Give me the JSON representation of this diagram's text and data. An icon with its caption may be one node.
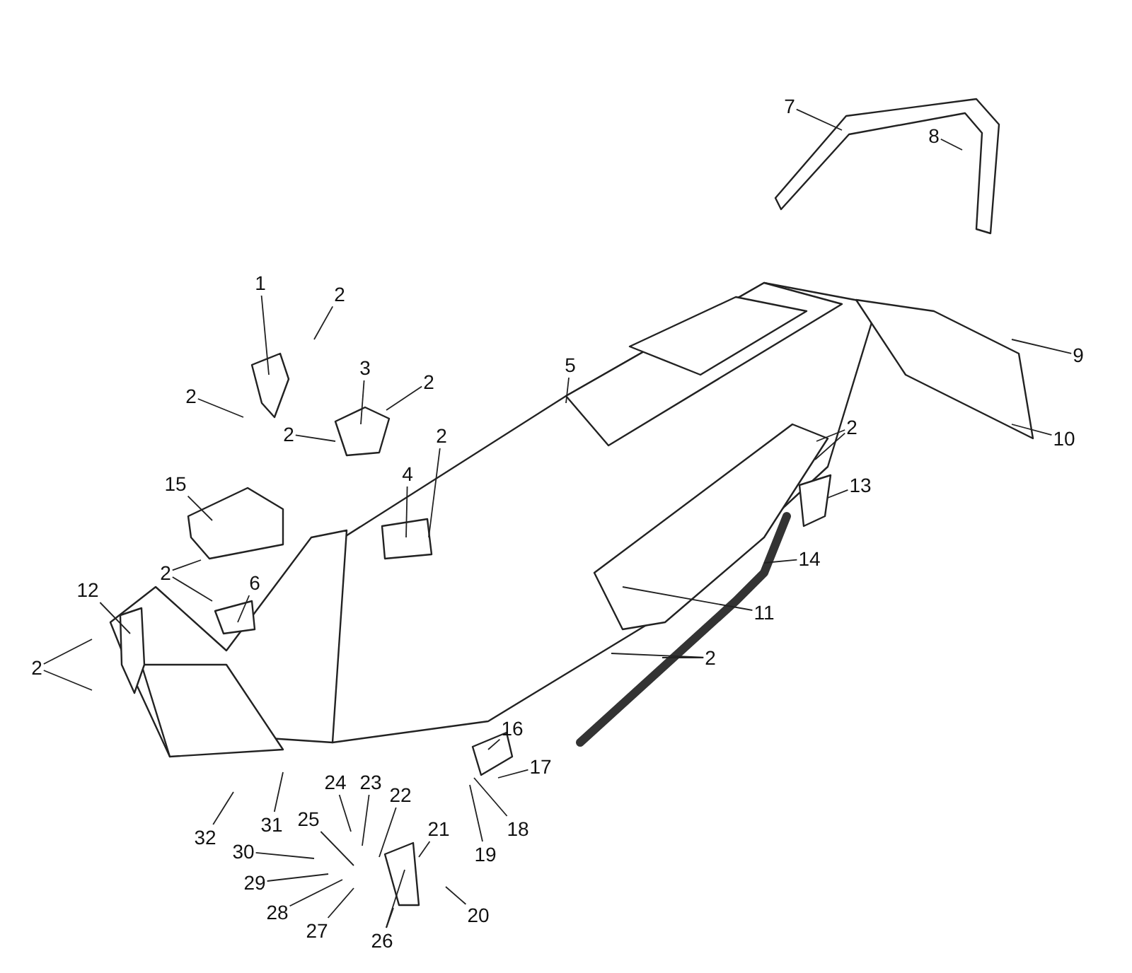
{
  "diagram": {
    "nodes": [
      {
        "text": [
          "1"
        ]
      },
      {
        "text": [
          "2"
        ]
      },
      {
        "text": [
          "2"
        ]
      },
      {
        "text": [
          "3"
        ]
      },
      {
        "text": [
          "2"
        ]
      },
      {
        "text": [
          "2"
        ]
      },
      {
        "text": [
          "2"
        ]
      },
      {
        "text": [
          "4"
        ]
      },
      {
        "text": [
          "5"
        ]
      },
      {
        "text": [
          "7"
        ]
      },
      {
        "text": [
          "8"
        ]
      },
      {
        "text": [
          "9"
        ]
      },
      {
        "text": [
          "10"
        ]
      },
      {
        "text": [
          "2"
        ]
      },
      {
        "text": [
          "13"
        ]
      },
      {
        "text": [
          "15"
        ]
      },
      {
        "text": [
          "2"
        ]
      },
      {
        "text": [
          "6"
        ]
      },
      {
        "text": [
          "12"
        ]
      },
      {
        "text": [
          "2"
        ]
      },
      {
        "text": [
          "14"
        ]
      },
      {
        "text": [
          "11"
        ]
      },
      {
        "text": [
          "2"
        ]
      },
      {
        "text": [
          "16"
        ]
      },
      {
        "text": [
          "17"
        ]
      },
      {
        "text": [
          "18"
        ]
      },
      {
        "text": [
          "19"
        ]
      },
      {
        "text": [
          "32"
        ]
      },
      {
        "text": [
          "31"
        ]
      },
      {
        "text": [
          "24"
        ]
      },
      {
        "text": [
          "23"
        ]
      },
      {
        "text": [
          "22"
        ]
      },
      {
        "text": [
          "25"
        ]
      },
      {
        "text": [
          "21"
        ]
      },
      {
        "text": [
          "30"
        ]
      },
      {
        "text": [
          "29"
        ]
      },
      {
        "text": [
          "28"
        ]
      },
      {
        "text": [
          "27"
        ]
      },
      {
        "text": [
          "26"
        ]
      },
      {
        "text": [
          "20"
        ]
      }
    ],
    "edges": [
      {
        "from": 0,
        "to": null,
        "arrow": "none"
      },
      {
        "from": 1,
        "to": null,
        "arrow": "none"
      },
      {
        "from": 2,
        "to": null,
        "arrow": "none"
      },
      {
        "from": 3,
        "to": null,
        "arrow": "none"
      },
      {
        "from": 4,
        "to": null,
        "arrow": "none"
      },
      {
        "from": 5,
        "to": null,
        "arrow": "none"
      },
      {
        "from": 6,
        "to": null,
        "arrow": "none"
      },
      {
        "from": 7,
        "to": null,
        "arrow": "none"
      },
      {
        "from": 8,
        "to": null,
        "arrow": "none"
      },
      {
        "from": 9,
        "to": null,
        "arrow": "none"
      },
      {
        "from": 10,
        "to": null,
        "arrow": "none"
      },
      {
        "from": 11,
        "to": null,
        "arrow": "none"
      },
      {
        "from": 12,
        "to": null,
        "arrow": "none"
      },
      {
        "from": 13,
        "to": null,
        "arrow": "none"
      },
      {
        "from": 13,
        "to": null,
        "arrow": "none"
      },
      {
        "from": 14,
        "to": null,
        "arrow": "none"
      },
      {
        "from": 15,
        "to": null,
        "arrow": "none"
      },
      {
        "from": 16,
        "to": null,
        "arrow": "none"
      },
      {
        "from": 16,
        "to": null,
        "arrow": "none"
      },
      {
        "from": 17,
        "to": null,
        "arrow": "none"
      },
      {
        "from": 18,
        "to": null,
        "arrow": "none"
      },
      {
        "from": 19,
        "to": null,
        "arrow": "none"
      },
      {
        "from": 19,
        "to": null,
        "arrow": "none"
      },
      {
        "from": 20,
        "to": null,
        "arrow": "none"
      },
      {
        "from": 21,
        "to": null,
        "arrow": "none"
      },
      {
        "from": 22,
        "to": null,
        "arrow": "none"
      },
      {
        "from": 22,
        "to": null,
        "arrow": "none"
      },
      {
        "from": 23,
        "to": null,
        "arrow": "none"
      },
      {
        "from": 24,
        "to": null,
        "arrow": "none"
      },
      {
        "from": 25,
        "to": null,
        "arrow": "none"
      },
      {
        "from": 26,
        "to": null,
        "arrow": "none"
      },
      {
        "from": 27,
        "to": null,
        "arrow": "none"
      },
      {
        "from": 28,
        "to": null,
        "arrow": "none"
      },
      {
        "from": 29,
        "to": null,
        "arrow": "none"
      },
      {
        "from": 30,
        "to": null,
        "arrow": "none"
      },
      {
        "from": 31,
        "to": null,
        "arrow": "none"
      },
      {
        "from": 32,
        "to": null,
        "arrow": "none"
      },
      {
        "from": 33,
        "to": null,
        "arrow": "none"
      },
      {
        "from": 34,
        "to": null,
        "arrow": "none"
      },
      {
        "from": 35,
        "to": null,
        "arrow": "none"
      },
      {
        "from": 36,
        "to": null,
        "arrow": "none"
      },
      {
        "from": 37,
        "to": null,
        "arrow": "none"
      },
      {
        "from": 38,
        "to": null,
        "arrow": "none"
      },
      {
        "from": 38,
        "to": null,
        "arrow": "none"
      },
      {
        "from": 39,
        "to": null,
        "arrow": "none"
      }
    ]
  }
}
